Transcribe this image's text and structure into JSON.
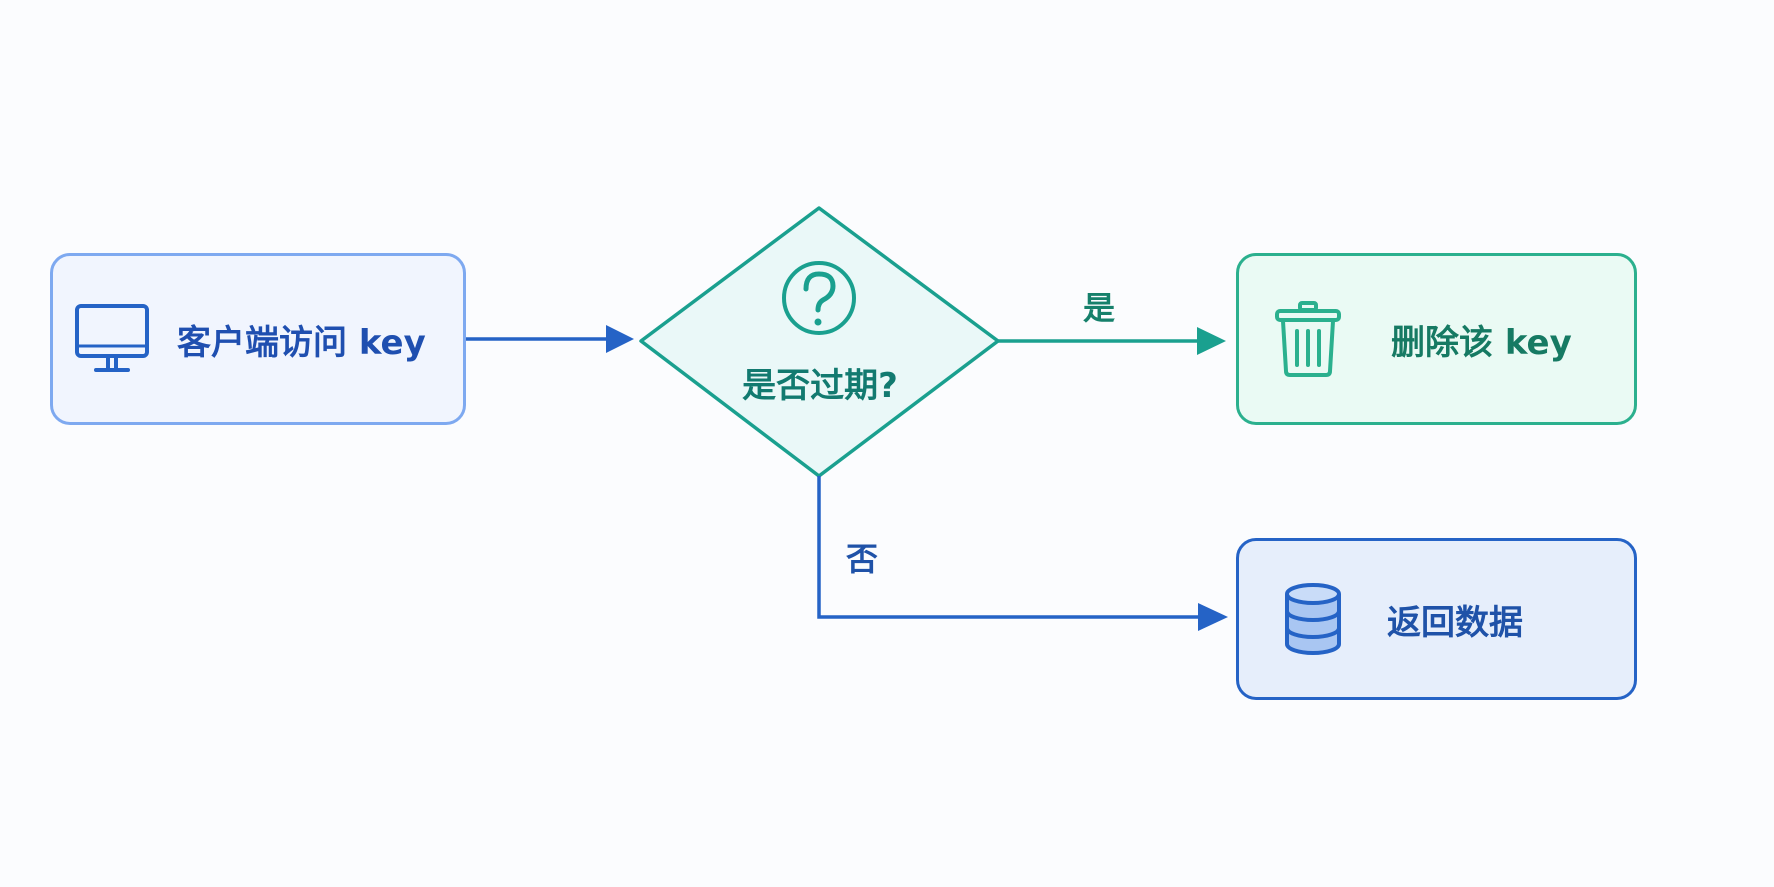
{
  "nodes": {
    "client": {
      "label": "客户端访问 key",
      "icon": "monitor-icon"
    },
    "decision": {
      "label": "是否过期?",
      "icon": "question-circle-icon"
    },
    "delete": {
      "label": "删除该 key",
      "icon": "trash-icon"
    },
    "return": {
      "label": "返回数据",
      "icon": "database-icon"
    }
  },
  "edges": {
    "yes": {
      "label": "是"
    },
    "no": {
      "label": "否"
    }
  },
  "colors": {
    "blue_accent": "#2563c6",
    "light_blue_border": "#7ea9f0",
    "teal_accent": "#1aa08f",
    "green_accent": "#2bb08e"
  }
}
